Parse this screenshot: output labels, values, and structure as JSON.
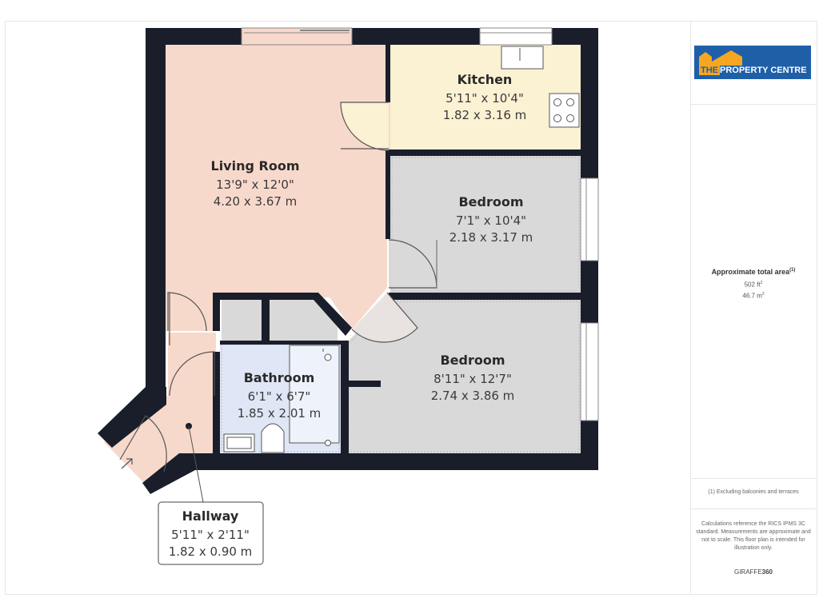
{
  "floorplan": {
    "rooms": [
      {
        "id": "living-room",
        "name": "Living Room",
        "imperial": "13'9\" x 12'0\"",
        "metric": "4.20 x 3.67 m"
      },
      {
        "id": "kitchen",
        "name": "Kitchen",
        "imperial": "5'11\" x 10'4\"",
        "metric": "1.82 x 3.16 m"
      },
      {
        "id": "bedroom-1",
        "name": "Bedroom",
        "imperial": "7'1\" x 10'4\"",
        "metric": "2.18 x 3.17 m"
      },
      {
        "id": "bedroom-2",
        "name": "Bedroom",
        "imperial": "8'11\" x 12'7\"",
        "metric": "2.74 x 3.86 m"
      },
      {
        "id": "bathroom",
        "name": "Bathroom",
        "imperial": "6'1\" x 6'7\"",
        "metric": "1.85 x 2.01 m"
      },
      {
        "id": "hallway",
        "name": "Hallway",
        "imperial": "5'11\" x 2'11\"",
        "metric": "1.82 x 0.90 m"
      }
    ],
    "colors": {
      "wall": "#1a1e2b",
      "living": "#f7d9cc",
      "kitchen": "#fbf1d3",
      "bedroom": "#d9d9d9",
      "bathroom": "#dfe6f5",
      "hallway": "#f7d9cc",
      "utility": "#d9d9d9"
    }
  },
  "sidebar": {
    "logo": {
      "the": "THE",
      "name": "PROPERTY CENTRE",
      "color": "#1f5fa8",
      "accent": "#f5a623"
    },
    "total_area_title": "Approximate total area",
    "total_area_note_marker": "(1)",
    "area_sqft": "502 ft",
    "area_sqm": "46.7 m",
    "area_sup": "2",
    "exclusion_note": "(1) Excluding balconies and terraces",
    "calc_note": "Calculations reference the RICS IPMS 3C standard. Measurements are approximate and not to scale. This floor plan is intended for illustration only.",
    "brand_prefix": "GIRAFFE",
    "brand_suffix": "360"
  }
}
